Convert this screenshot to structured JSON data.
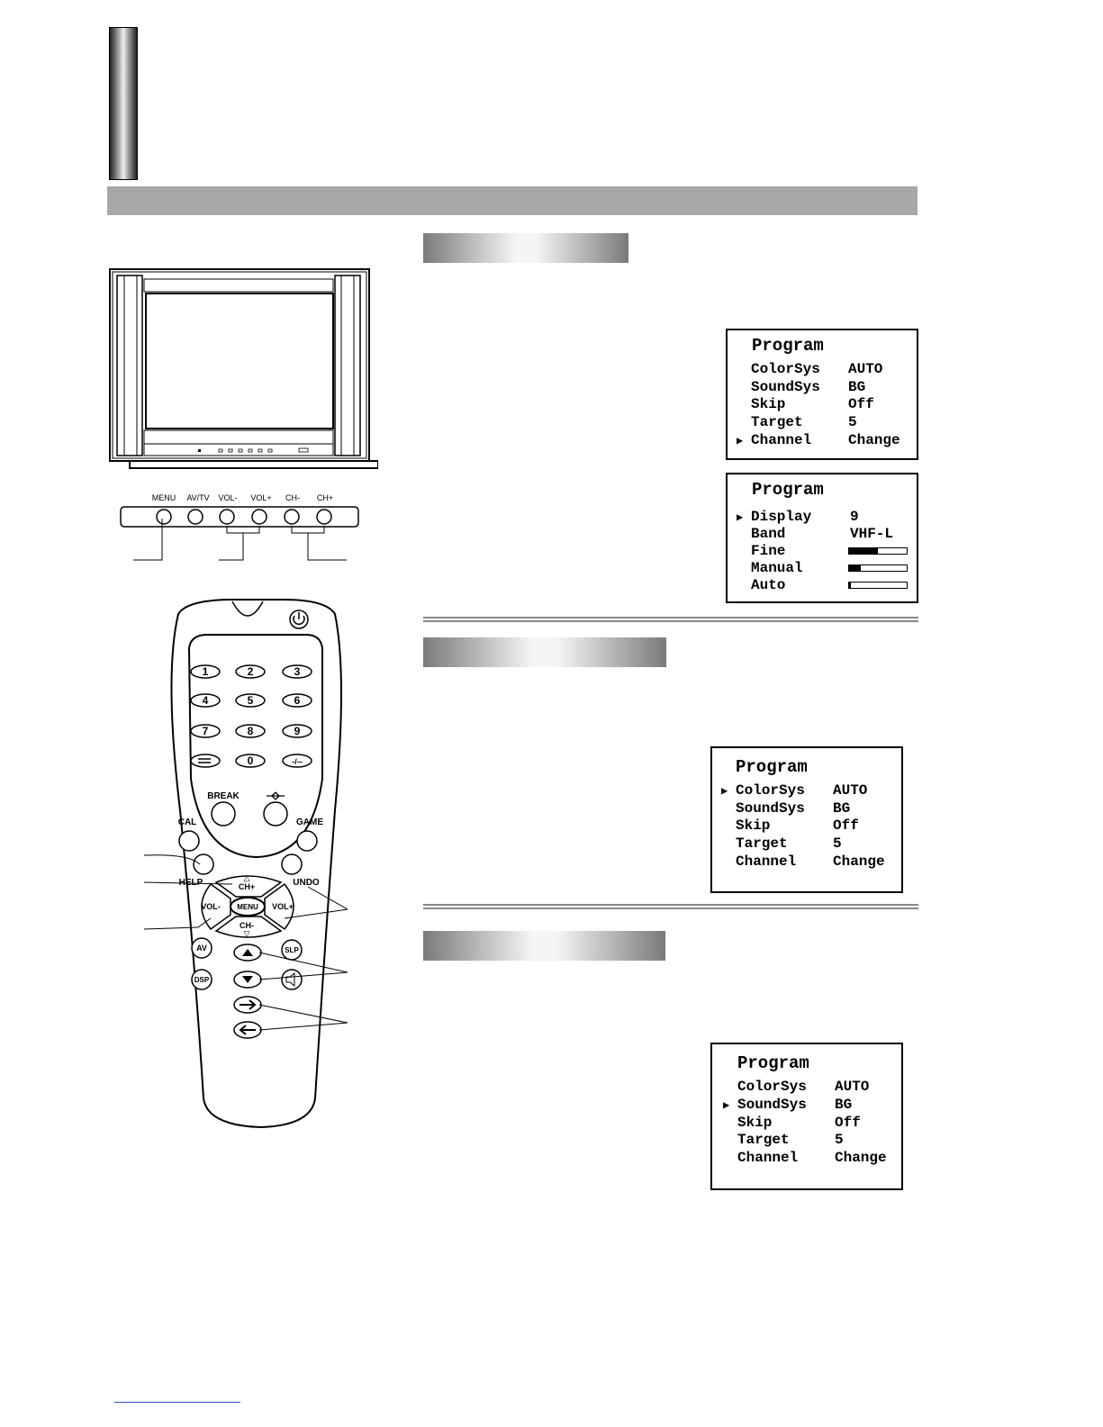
{
  "panel_buttons": [
    "MENU",
    "AV/TV",
    "VOL-",
    "VOL+",
    "CH-",
    "CH+"
  ],
  "remote": {
    "keypad": [
      "1",
      "2",
      "3",
      "4",
      "5",
      "6",
      "7",
      "8",
      "9",
      "0",
      "-/--"
    ],
    "labels": {
      "break": "BREAK",
      "cal": "CAL",
      "game": "GAME",
      "help": "HELP",
      "undo": "UNDO",
      "ch_plus": "CH+",
      "ch_minus": "CH-",
      "vol_minus": "VOL-",
      "vol_plus": "VOL+",
      "menu": "MENU",
      "av": "AV",
      "dsp": "DSP",
      "slp": "SLP"
    }
  },
  "osd1": {
    "title": "Program",
    "rows": [
      {
        "label": "ColorSys",
        "value": "AUTO"
      },
      {
        "label": "SoundSys",
        "value": "BG"
      },
      {
        "label": "Skip",
        "value": "Off"
      },
      {
        "label": "Target",
        "value": "5"
      },
      {
        "label": "Channel",
        "value": "Change"
      }
    ],
    "selected_index": 4
  },
  "osd2": {
    "title": "Program",
    "rows": [
      {
        "label": "Display",
        "value": "9"
      },
      {
        "label": "Band",
        "value": "VHF-L"
      },
      {
        "label": "Fine",
        "level": 0.5
      },
      {
        "label": "Manual",
        "level": 0.2
      },
      {
        "label": "Auto",
        "level": 0.03
      }
    ],
    "selected_index": 0
  },
  "osd3": {
    "title": "Program",
    "rows": [
      {
        "label": "ColorSys",
        "value": "AUTO"
      },
      {
        "label": "SoundSys",
        "value": "BG"
      },
      {
        "label": "Skip",
        "value": "Off"
      },
      {
        "label": "Target",
        "value": "5"
      },
      {
        "label": "Channel",
        "value": "Change"
      }
    ],
    "selected_index": 0
  },
  "osd4": {
    "title": "Program",
    "rows": [
      {
        "label": "ColorSys",
        "value": "AUTO"
      },
      {
        "label": "SoundSys",
        "value": "BG"
      },
      {
        "label": "Skip",
        "value": "Off"
      },
      {
        "label": "Target",
        "value": "5"
      },
      {
        "label": "Channel",
        "value": "Change"
      }
    ],
    "selected_index": 1
  }
}
